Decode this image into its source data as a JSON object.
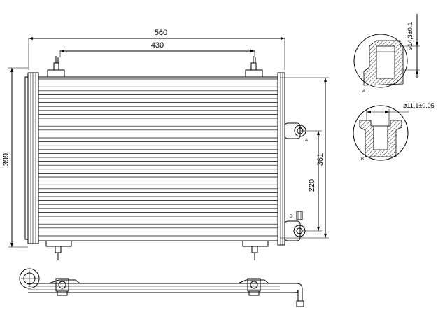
{
  "dimensions": {
    "overall_width": "560",
    "mount_spacing": "430",
    "overall_height": "399",
    "core_height": "361",
    "port_spacing": "220"
  },
  "details": {
    "detail_a": {
      "label": "A",
      "diameter": "ø14,3±0.1"
    },
    "detail_b": {
      "label": "B",
      "diameter": "ø11,1±0.05"
    }
  },
  "port_markers": {
    "port_a": "A",
    "port_b": "B"
  }
}
